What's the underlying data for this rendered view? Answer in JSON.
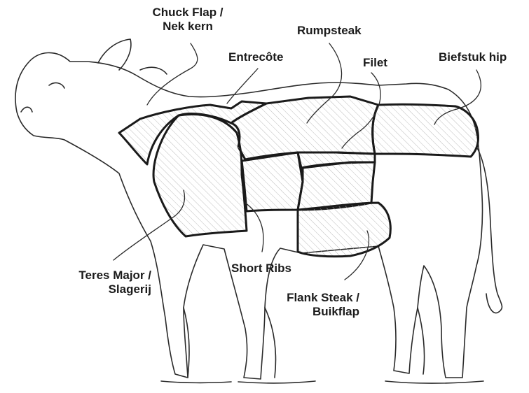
{
  "labels": {
    "chuck_flap": [
      "Chuck Flap /",
      "Nek kern"
    ],
    "rumpsteak": "Rumpsteak",
    "entrecote": "Entrecôte",
    "filet": "Filet",
    "biefstuk_hip": "Biefstuk hip",
    "teres_major": [
      "Teres Major /",
      "Slagerij"
    ],
    "short_ribs": "Short Ribs",
    "flank_steak": [
      "Flank Steak /",
      "Buikflap"
    ]
  },
  "colors": {
    "ink": "#1b1b1b",
    "hatch": "#b9b9b9",
    "background": "#ffffff"
  }
}
